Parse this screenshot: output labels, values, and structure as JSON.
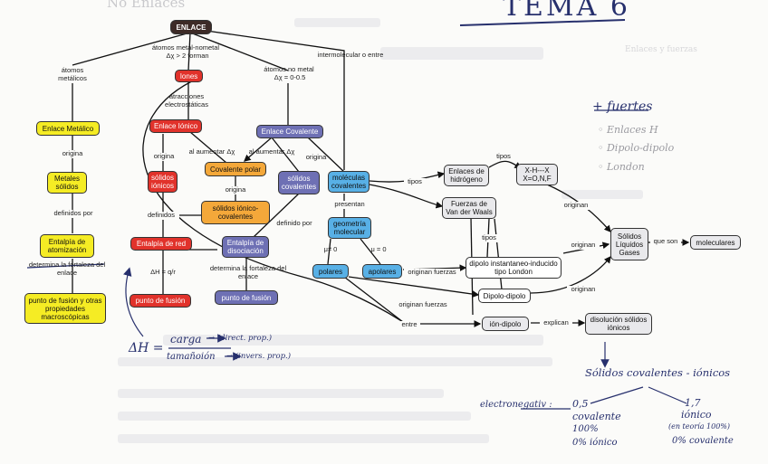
{
  "header": {
    "faint_title": "No Enlaces",
    "tema": "TEMA 6",
    "faint_right": "Enlaces y fuerzas"
  },
  "nodes": {
    "enlace": "ENLACE",
    "iones": "Iones",
    "enlace_ionico": "Enlace Iónico",
    "enlace_covalente": "Enlace Covalente",
    "enlace_metalico": "Enlace Metálico",
    "metales_solidos": "Metales sólidos",
    "entalpia_atomizacion": "Entalpía de atomización",
    "punto_fusion_metal": "punto de fusión y otras propiedades macroscópicas",
    "solidos_ionicos": "sólidos iónicos",
    "covalente_polar": "Covalente polar",
    "solidos_ionico_covalentes": "sólidos iónico-covalentes",
    "entalpia_red": "Entalpía de red",
    "punto_fusion_ionico": "punto de fusión",
    "solidos_covalentes": "sólidos covalentes",
    "entalpia_disociacion": "Entalpía de disociación",
    "punto_fusion_covalente": "punto de fusión",
    "moleculas_covalentes": "moléculas covalentes",
    "geometria_molecular": "geometría molecular",
    "polares": "polares",
    "apolares": "apolares",
    "enlaces_hidrogeno": "Enlaces de hidrógeno",
    "xh": "X-H---X X=O,N,F",
    "van_der_waals": "Fuerzas de Van der Waals",
    "dipolo_inducido": "dipolo instantaneo-inducido tipo London",
    "dipolo_dipolo": "Dipolo-dipolo",
    "ion_dipolo": "ión-dipolo",
    "disolucion": "disolución sólidos iónicos",
    "solidos_liquidos_gases": "Sólidos Líquidos Gases",
    "moleculares": "moleculares"
  },
  "labels": {
    "atomos_metalicos": "átomos metálicos",
    "metal_nometal": "átomos metal-nometal",
    "chi_gt_2": "Δχ > 2 forman",
    "atomos_no_metal": "átomos no metal",
    "chi_0_05": "Δχ = 0-0.5",
    "intermolecular": "intermolecular o entre",
    "atracciones": "atracciones electrostáticas",
    "origina_metal": "origina",
    "origina_ionico": "origina",
    "al_aumentar_1": "al aumentar Δχ",
    "al_aumentar_2": "al aumentar Δχ",
    "origina_cov": "origina",
    "origina_polar": "origina",
    "definidos_por_metal": "definidos por",
    "definidos": "definidos",
    "definido_por": "definido por",
    "presentan": "presentan",
    "mu_ne_0": "μ≠ 0",
    "mu_eq_0": "μ = 0",
    "tipos_1": "tipos",
    "tipos_2": "tipos",
    "tipos_3": "tipos",
    "determina_1": "determina la fortaleza del enlace",
    "determina_2": "determina la fortaleza del enlace",
    "delta_h": "ΔH = q/r",
    "originan_fuerzas_1": "originan fuerzas",
    "originan_fuerzas_2": "originan fuerzas",
    "originan_1": "originan",
    "originan_2": "originan",
    "originan_3": "originan",
    "entre": "entre",
    "explican": "explican",
    "que_son": "que son"
  },
  "handwriting": {
    "mas_fuertes": "+ fuertes",
    "bullet_1": "◦ Enlaces H",
    "bullet_2": "◦ Dipolo-dipolo",
    "bullet_3": "◦ London",
    "formula_lhs": "ΔH =",
    "carga": "carga",
    "carga_note": "→ (direct. prop.)",
    "tamano": "tamañoión",
    "tamano_note": "→ (invers. prop.)",
    "solidos_cov_ionicos": "Sólidos covalentes - iónicos",
    "electronegativ": "electronegativ :",
    "left_1": "0,5",
    "left_2": "covalente",
    "left_3": "100%",
    "left_4": "0% iónico",
    "right_1": "1,7",
    "right_2": "iónico",
    "right_3": "(en teoría 100%)",
    "right_4": "0% covalente"
  },
  "colors": {
    "yellow": "#f5ec24",
    "red": "#e1322b",
    "orange": "#f4a83a",
    "violet": "#6e70b4",
    "blue": "#58b0e6",
    "dark": "#3d2b27",
    "ink": "#27306d"
  }
}
